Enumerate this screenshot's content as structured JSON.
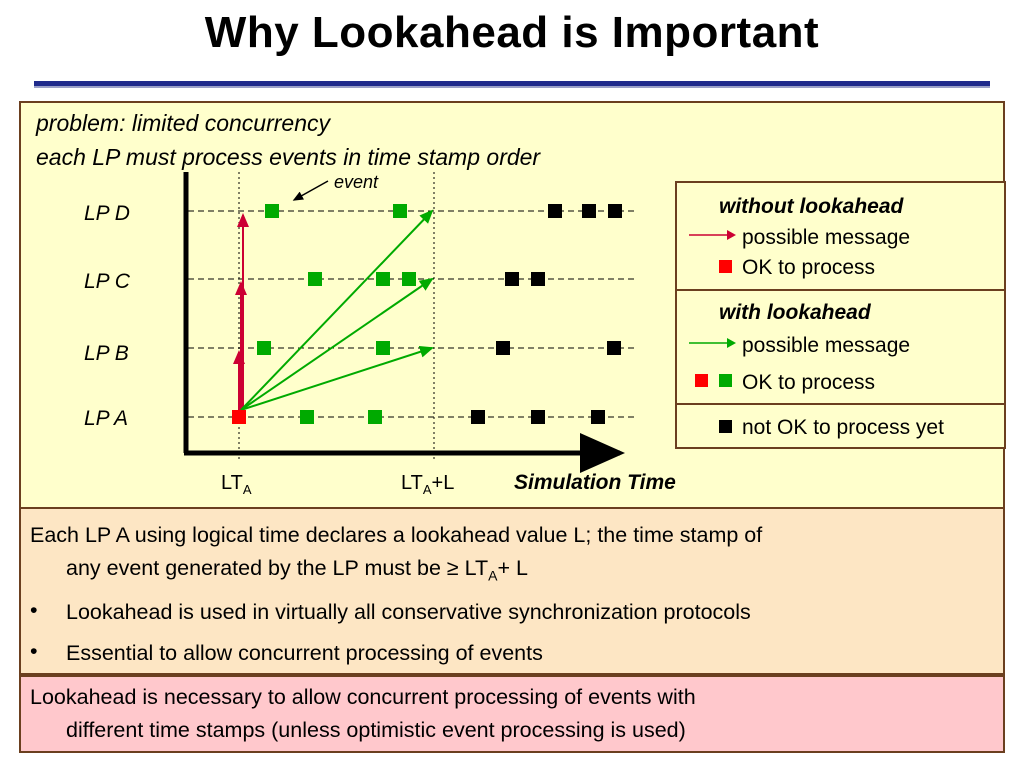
{
  "title": "Why Lookahead is Important",
  "problem": {
    "line1": "problem: limited concurrency",
    "line2": "each LP must process events in time stamp order"
  },
  "diagram": {
    "lps": [
      "LP D",
      "LP C",
      "LP B",
      "LP A"
    ],
    "event_label": "event",
    "lt_a": "LT",
    "lt_a_sub": "A",
    "lt_a_l_pre": "LT",
    "lt_a_l_sub": "A",
    "lt_a_l_post": "+L",
    "x_axis_label": "Simulation Time"
  },
  "legend": {
    "without": {
      "header": "without lookahead",
      "message": "possible message",
      "ok": "OK to process"
    },
    "with": {
      "header": "with lookahead",
      "message": "possible message",
      "ok": "OK to process"
    },
    "not_ok": "not OK to process yet"
  },
  "middle": {
    "para1_a": "Each LP A using logical time declares a lookahead value L; the time stamp of",
    "para1_b_pre": "any event generated by the LP must be ≥ LT",
    "para1_b_sub": "A",
    "para1_b_post": "+ L",
    "bullet_char": "•",
    "bullet1": "Lookahead is used in virtually all conservative synchronization protocols",
    "bullet2": "Essential to allow concurrent processing of events"
  },
  "bottom": {
    "line1": "Lookahead is necessary to allow concurrent processing of events with",
    "line2": "different time stamps (unless optimistic event processing is used)"
  },
  "colors": {
    "title_rule": "#1f2a8c",
    "panel_yellow": "#ffffcc",
    "panel_orange": "#fde6c4",
    "panel_pink": "#ffc8cc",
    "border": "#6b3f1f",
    "red": "#ff0000",
    "red_arrow": "#cc0033",
    "green": "#00aa00",
    "black": "#000000"
  }
}
